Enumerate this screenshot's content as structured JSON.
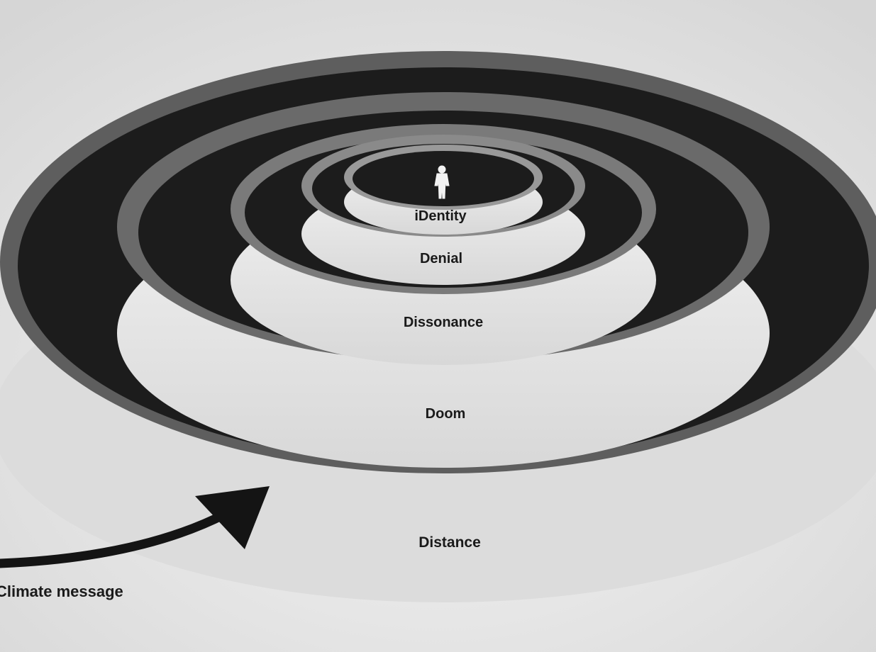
{
  "diagram": {
    "layers": [
      {
        "id": "identity",
        "label": "iDentity"
      },
      {
        "id": "denial",
        "label": "Denial"
      },
      {
        "id": "dissonance",
        "label": "Dissonance"
      },
      {
        "id": "doom",
        "label": "Doom"
      },
      {
        "id": "distance",
        "label": "Distance"
      }
    ],
    "arrow_label": "Climate message",
    "center_figure": "person-icon",
    "colors": {
      "background": "#e9e9e9",
      "rim_dark": "#5c5c5c",
      "pit": "#1c1c1c",
      "wall": "#e4e4e4",
      "text": "#1a1a1a"
    }
  }
}
